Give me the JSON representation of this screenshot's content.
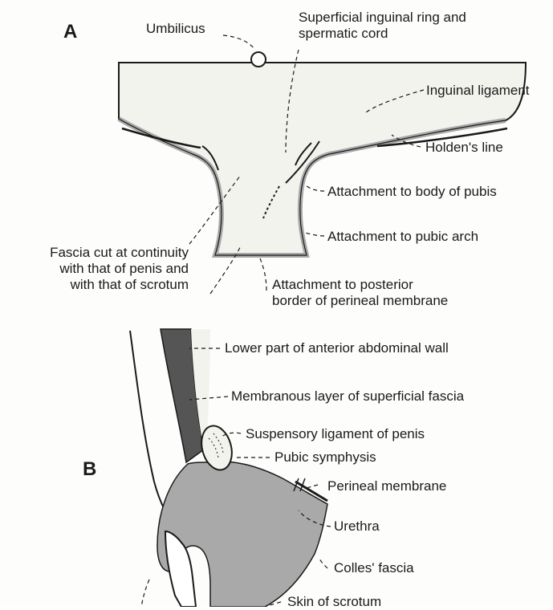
{
  "panel_a": {
    "letter": "A",
    "labels": {
      "umbilicus": "Umbilicus",
      "superficial_ring": [
        "Superficial inguinal ring and",
        "spermatic cord"
      ],
      "inguinal_ligament": "Inguinal ligament",
      "holdens_line": "Holden's line",
      "attach_body_pubis": "Attachment to body of pubis",
      "attach_pubic_arch": "Attachment to pubic arch",
      "fascia_cut": [
        "Fascia cut at continuity",
        "with that of penis and",
        "with that of scrotum"
      ],
      "attach_posterior": [
        "Attachment to posterior",
        "border of perineal membrane"
      ]
    }
  },
  "panel_b": {
    "letter": "B",
    "labels": {
      "lower_wall": "Lower part of anterior abdominal wall",
      "membranous_layer": "Membranous layer of superficial fascia",
      "suspensory_ligament": "Suspensory ligament of penis",
      "pubic_symphysis": "Pubic symphysis",
      "perineal_membrane": "Perineal membrane",
      "urethra": "Urethra",
      "colles_fascia": "Colles' fascia",
      "skin_scrotum": "Skin of scrotum"
    }
  },
  "colors": {
    "ink": "#1a1a1a",
    "fascia_gray": "#a9a9a9",
    "dark_wall": "#555555",
    "light_fill": "#f3f3ee"
  }
}
